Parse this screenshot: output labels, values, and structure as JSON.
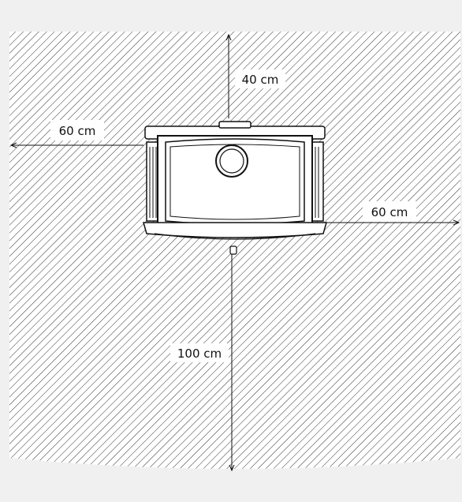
{
  "colors": {
    "background": "#f0f0f0",
    "hatch_fill": "#ffffff",
    "hatch_line": "#333333",
    "stroke": "#111111",
    "label_bg": "#ffffff"
  },
  "icons": [
    "stove-top-view",
    "dimension-arrow"
  ],
  "clearances": {
    "rear": "40 cm",
    "left": "60 cm",
    "right": "60 cm",
    "front": "100 cm"
  }
}
